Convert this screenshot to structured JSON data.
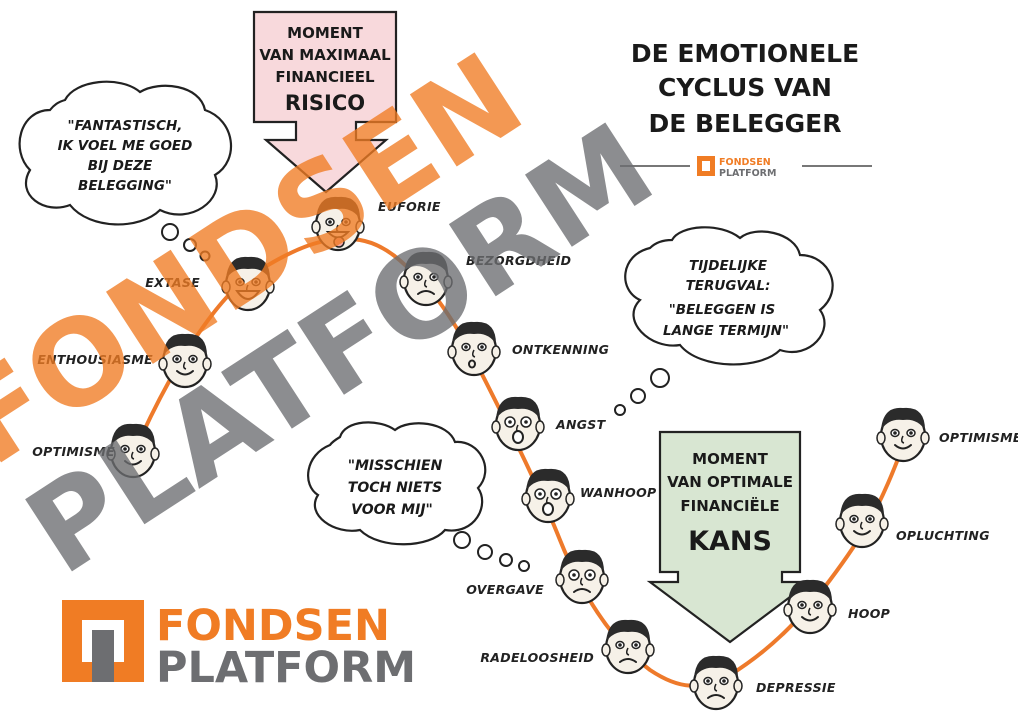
{
  "title": {
    "lines": [
      "DE EMOTIONELE",
      "CYCLUS VAN",
      "DE BELEGGER"
    ]
  },
  "brand": {
    "top": "FONDSEN",
    "bottom": "PLATFORM"
  },
  "watermark": {
    "top": "FONDSEN",
    "bottom": "PLATFORM"
  },
  "risk_box": {
    "lines": [
      "MOMENT",
      "VAN MAXIMAAL",
      "FINANCIEEL",
      "RISICO"
    ]
  },
  "chance_box": {
    "lines": [
      "MOMENT",
      "VAN OPTIMALE",
      "FINANCIËLE",
      "KANS"
    ]
  },
  "bubbles": {
    "fantastic": {
      "lines": [
        "\"FANTASTISCH,",
        "IK VOEL ME GOED",
        "BIJ DEZE",
        "BELEGGING\""
      ]
    },
    "dip": {
      "lines": [
        "TIJDELIJKE",
        "TERUGVAL:",
        "\"BELEGGEN IS",
        "LANGE TERMIJN\""
      ]
    },
    "maybe": {
      "lines": [
        "\"MISSCHIEN",
        "TOCH NIETS",
        "VOOR MIJ\""
      ]
    }
  },
  "stages": [
    {
      "label": "OPTIMISME",
      "mood": "calm"
    },
    {
      "label": "ENTHOUSIASME",
      "mood": "smile"
    },
    {
      "label": "EXTASE",
      "mood": "grin"
    },
    {
      "label": "EUFORIE",
      "mood": "tongue"
    },
    {
      "label": "BEZORGDHEID",
      "mood": "worried"
    },
    {
      "label": "ONTKENNING",
      "mood": "denial"
    },
    {
      "label": "ANGST",
      "mood": "scared"
    },
    {
      "label": "WANHOOP",
      "mood": "despair"
    },
    {
      "label": "OVERGAVE",
      "mood": "surrender"
    },
    {
      "label": "RADELOOSHEID",
      "mood": "upset"
    },
    {
      "label": "DEPRESSIE",
      "mood": "sad"
    },
    {
      "label": "HOOP",
      "mood": "hope"
    },
    {
      "label": "OPLUCHTING",
      "mood": "relief"
    },
    {
      "label": "OPTIMISME",
      "mood": "calm"
    }
  ],
  "colors": {
    "curve": "#ee7a2b",
    "brand_orange": "#f07c24",
    "brand_gray": "#6d6e71",
    "chance_fill": "#d8e6d2",
    "risk_fill": "#f8d9dc"
  }
}
